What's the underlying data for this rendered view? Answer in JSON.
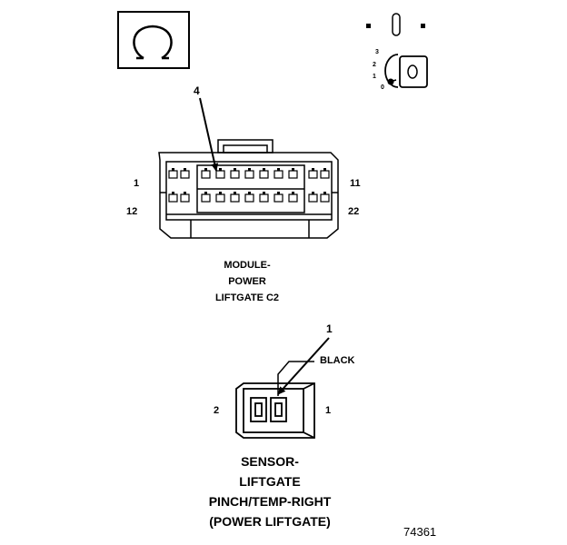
{
  "symbols": {
    "ohmmeter_icon": "ohmmeter-symbol",
    "ignition_icon": "ignition-key-off-symbol",
    "ignition_positions": [
      "3",
      "2",
      "1",
      "0"
    ]
  },
  "module_connector": {
    "callout": "4",
    "pin_labels": {
      "top_left": "1",
      "top_right": "11",
      "bottom_left": "12",
      "bottom_right": "22"
    },
    "caption": [
      "MODULE-",
      "POWER",
      "LIFTGATE C2"
    ]
  },
  "sensor_connector": {
    "callout": "1",
    "wire_color": "BLACK",
    "pin_labels": {
      "left": "2",
      "right": "1"
    },
    "caption": [
      "SENSOR-",
      "LIFTGATE",
      "PINCH/TEMP-RIGHT",
      "(POWER LIFTGATE)"
    ]
  },
  "figure_number": "74361"
}
